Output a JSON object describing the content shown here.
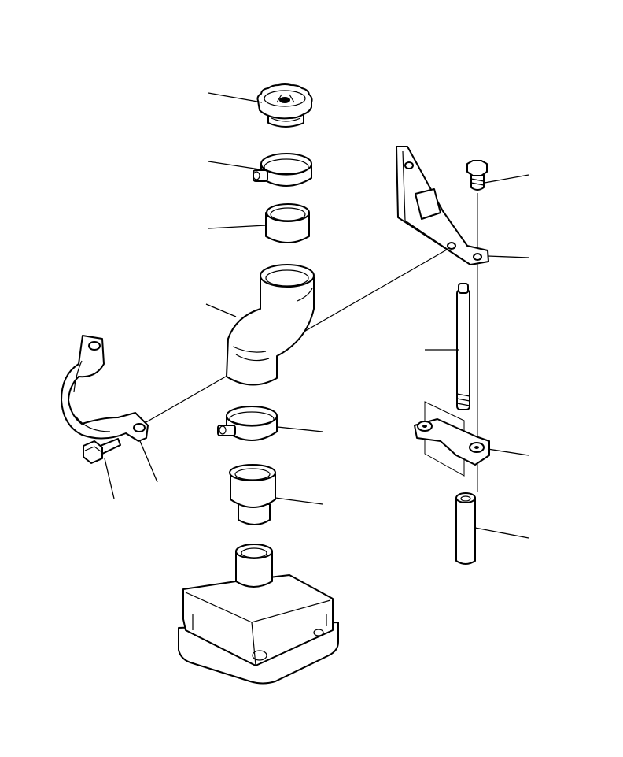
{
  "diagram": {
    "type": "exploded-parts-view",
    "line_color": "#000000",
    "background": "#ffffff",
    "parts": [
      {
        "id": "filler-cap"
      },
      {
        "id": "upper-hose-clamp"
      },
      {
        "id": "short-sleeve"
      },
      {
        "id": "elbow-hose"
      },
      {
        "id": "lower-hose-clamp"
      },
      {
        "id": "reducer-tube"
      },
      {
        "id": "valve-cover"
      },
      {
        "id": "strap-bracket"
      },
      {
        "id": "strap-bolt"
      },
      {
        "id": "mounting-bracket"
      },
      {
        "id": "bracket-bolt"
      },
      {
        "id": "long-stud"
      },
      {
        "id": "spacer-block"
      },
      {
        "id": "spacer-tube"
      }
    ],
    "callouts_count": 14
  }
}
